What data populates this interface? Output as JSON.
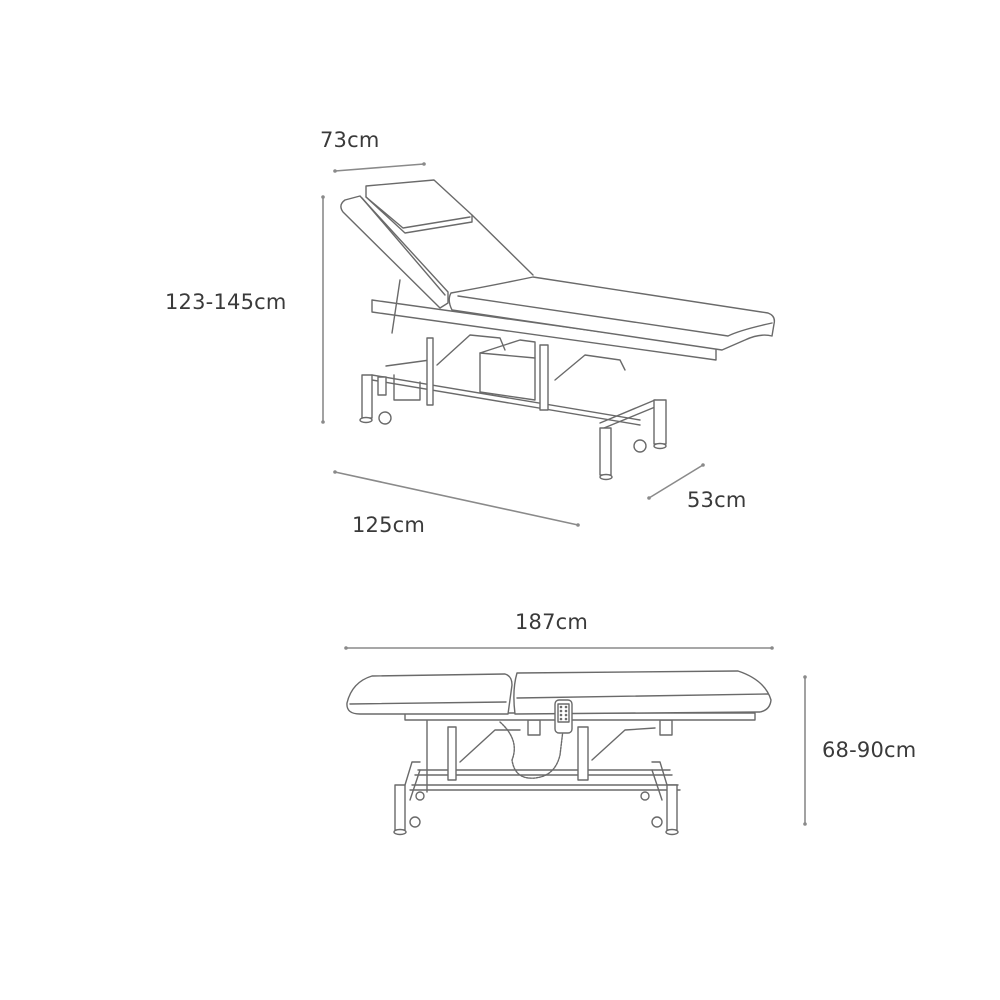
{
  "figure": {
    "type": "product dimension diagram",
    "subject": "electric treatment / massage table",
    "colors": {
      "background": "#ffffff",
      "line_art": "#6a6a6a",
      "dimension_lines": "#8a8a8a",
      "text": "#3a3a3a"
    }
  },
  "views": {
    "perspective": {
      "label": "Perspective view with raised backrest",
      "dimensions": {
        "backrest_width": "73cm",
        "height_raised": "123-145cm",
        "base_length": "125cm",
        "base_width": "53cm"
      }
    },
    "side": {
      "label": "Side view, flat position with hand controller",
      "dimensions": {
        "overall_length": "187cm",
        "height_range": "68-90cm"
      }
    }
  }
}
